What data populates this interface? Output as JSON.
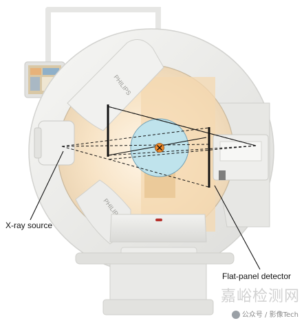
{
  "labels": {
    "xray_source": "X-ray source",
    "flat_panel_detector": "Flat-panel detector"
  },
  "brand": {
    "upper": "PHILIPS",
    "lower": "PHILIPS"
  },
  "watermark": {
    "main": "嘉峪检测网",
    "sub": "公众号 / 影像Tech"
  },
  "colors": {
    "gantry": "#eeeeec",
    "bore_glow": "#f6dfbf",
    "object": "#bfe3ec",
    "iso_marker": "#f08a2a"
  },
  "icons": {
    "isocenter": "x-mark-icon",
    "wechat": "wechat-icon"
  }
}
